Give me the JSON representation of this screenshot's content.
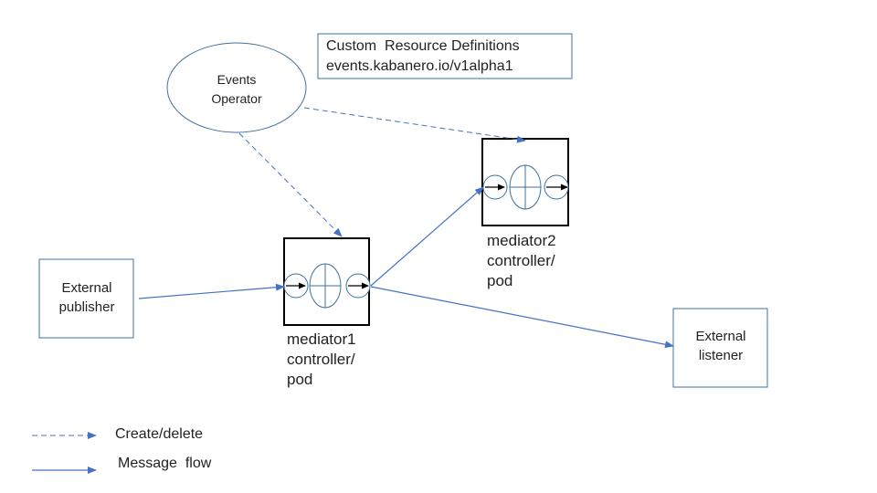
{
  "crd": {
    "line1": "Custom  Resource Definitions",
    "line2": "events.kabanero.io/v1alpha1"
  },
  "operator": {
    "line1": "Events",
    "line2": "Operator"
  },
  "publisher": {
    "line1": "External",
    "line2": "publisher"
  },
  "listener": {
    "line1": "External",
    "line2": "listener"
  },
  "mediator1": {
    "line1": "mediator1",
    "line2": "controller/",
    "line3": "pod"
  },
  "mediator2": {
    "line1": "mediator2",
    "line2": "controller/",
    "line3": "pod"
  },
  "legend": {
    "create_delete": "Create/delete",
    "message_flow": "Message  flow"
  },
  "colors": {
    "arrow": "#4472c4",
    "node_border": "#41719c",
    "pod_border": "#000000",
    "text": "#222222"
  }
}
